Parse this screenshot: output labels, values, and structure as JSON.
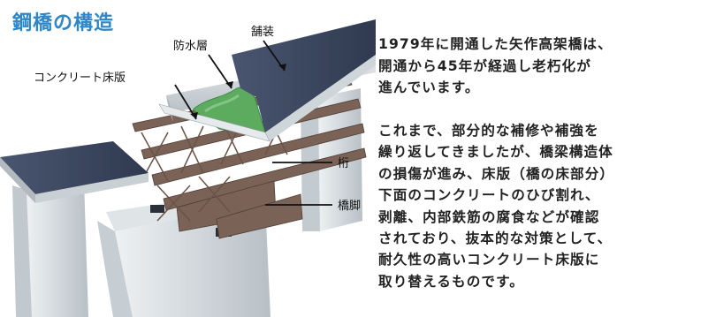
{
  "title": "鋼橋の構造",
  "diagram": {
    "labels": {
      "bousui": "防水層",
      "hosou": "舗装",
      "concrete_slab": "コンクリート床版",
      "keta": "桁",
      "kyakyaku": "橋脚"
    },
    "colors": {
      "pavement": "#3f4c63",
      "waterproof": "#5dab5f",
      "girder": "#7b6256",
      "concrete": "#d6dbde"
    }
  },
  "body": {
    "paragraph1": "1979年に開通した矢作高架橋は、\n開通から45年が経過し老朽化が\n進んでいます。",
    "paragraph2": "これまで、部分的な補修や補強を\n繰り返してきましたが、橋梁構造体\nの損傷が進み、床版（橋の床部分）\n下面のコンクリートのひび割れ、\n剥離、内部鉄筋の腐食などが確認\nされており、抜本的な対策として、\n耐久性の高いコンクリート床版に\n取り替えるものです。"
  }
}
